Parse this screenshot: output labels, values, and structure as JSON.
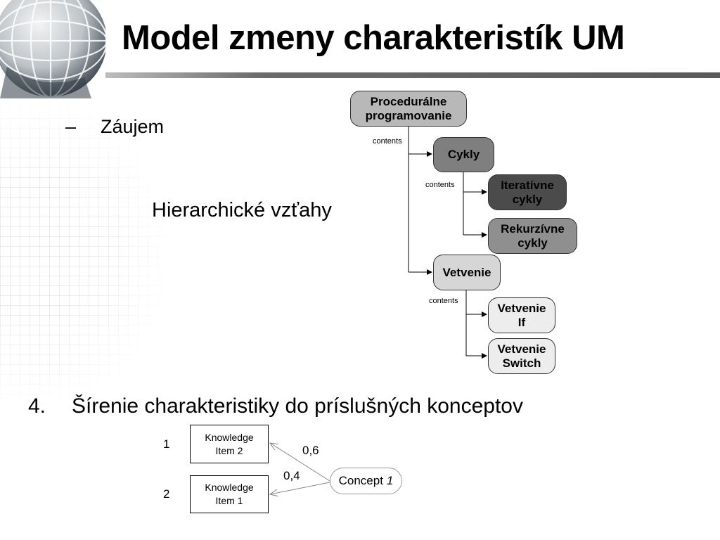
{
  "slide": {
    "title": "Model zmeny charakteristík UM",
    "bullet": {
      "marker": "–",
      "text": "Záujem"
    },
    "caption": "Hierarchické vzťahy",
    "numbered": {
      "number": "4.",
      "text": "Šírenie charakteristiky do príslušných konceptov"
    }
  },
  "hierarchy": {
    "root": {
      "line1": "Procedurálne",
      "line2": "programovanie"
    },
    "cykly": {
      "label": "Cykly"
    },
    "iterativne": {
      "line1": "Iteratívne",
      "line2": "cykly"
    },
    "rekurzivne": {
      "line1": "Rekurzívne",
      "line2": "cykly"
    },
    "vetvenie": {
      "label": "Vetvenie"
    },
    "vetvenie_if": {
      "line1": "Vetvenie",
      "line2": "If"
    },
    "vetvenie_switch": {
      "line1": "Vetvenie",
      "line2": "Switch"
    },
    "edge_labels": [
      "contents",
      "contents",
      "contents"
    ],
    "colors": {
      "root_fill": "#b8b8b8",
      "cykly_fill": "#7f7f7f",
      "iterativne_fill": "#4b4b4b",
      "rekurzivne_fill": "#8f8f8f",
      "vetvenie_fill": "#d6d6d6",
      "leaf_fill": "#ededed"
    }
  },
  "propagation": {
    "knowledge_item_top": {
      "line1": "Knowledge",
      "line2": "Item 2",
      "rank": "1"
    },
    "knowledge_item_bottom": {
      "line1": "Knowledge",
      "line2": "Item 1",
      "rank": "2"
    },
    "concept": {
      "label": "Concept",
      "index": "1"
    },
    "weights": {
      "top": "0,6",
      "bottom": "0,4"
    }
  }
}
